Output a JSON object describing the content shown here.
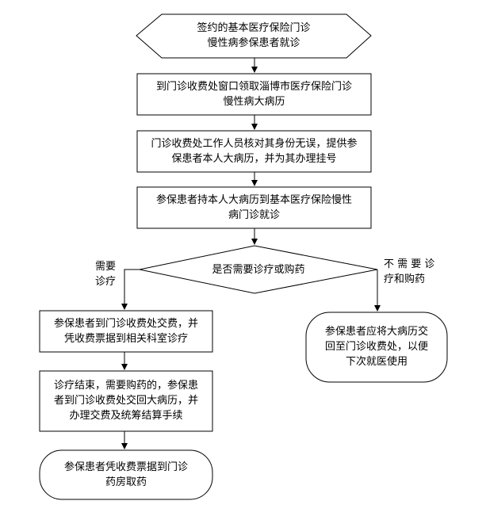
{
  "flowchart": {
    "start": {
      "lines": [
        "签约的基本医疗保险门诊",
        "慢性病参保患者就诊"
      ]
    },
    "step1": {
      "lines": [
        "到门诊收费处窗口领取淄博市医疗保险门诊",
        "慢性病大病历"
      ]
    },
    "step2": {
      "lines": [
        "门诊收费处工作人员核对其身份无误，提供参",
        "保患者本人大病历，并为其办理挂号"
      ]
    },
    "step3": {
      "lines": [
        "参保患者持本人大病历到基本医疗保险慢性",
        "病门诊就诊"
      ]
    },
    "decision": {
      "lines": [
        "是否需要诊疗或购药"
      ]
    },
    "yes_label": {
      "lines": [
        "需要",
        "诊疗"
      ]
    },
    "no_label": {
      "lines": [
        "不 需 要 诊",
        "疗和购药"
      ]
    },
    "left1": {
      "lines": [
        "参保患者到门诊收费处交费，并",
        "凭收费票据到相关科室诊疗"
      ]
    },
    "left2": {
      "lines": [
        "诊疗结束，需要购药的，参保患",
        "者到门诊收费处交回大病历，并",
        "办理交费及统筹结算手续"
      ]
    },
    "left_end": {
      "lines": [
        "参保患者凭收费票据到门诊",
        "药房取药"
      ]
    },
    "right_end": {
      "lines": [
        "参保患者应将大病历交",
        "回至门诊收费处，以便",
        "下次就医使用"
      ]
    }
  }
}
